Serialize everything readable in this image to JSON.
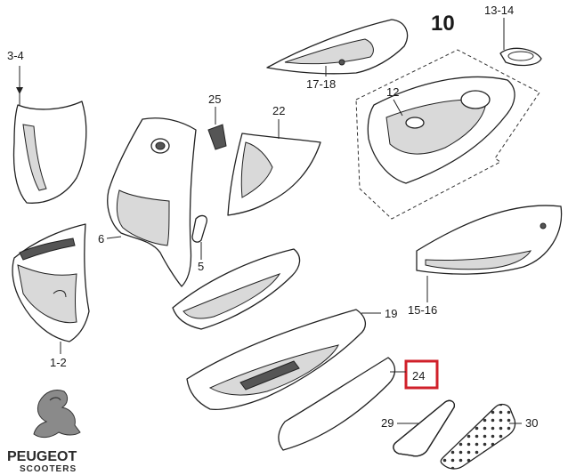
{
  "labels": {
    "p_3_4": "3-4",
    "p_1_2": "1-2",
    "p_6": "6",
    "p_25": "25",
    "p_5": "5",
    "p_22": "22",
    "p_17_18": "17-18",
    "p_10": "10",
    "p_12": "12",
    "p_13_14": "13-14",
    "p_15_16": "15-16",
    "p_19": "19",
    "p_24": "24",
    "p_29": "29",
    "p_30": "30"
  },
  "highlight_color": "#d0202a",
  "brand": {
    "name": "PEUGEOT",
    "sub": "SCOOTERS"
  }
}
